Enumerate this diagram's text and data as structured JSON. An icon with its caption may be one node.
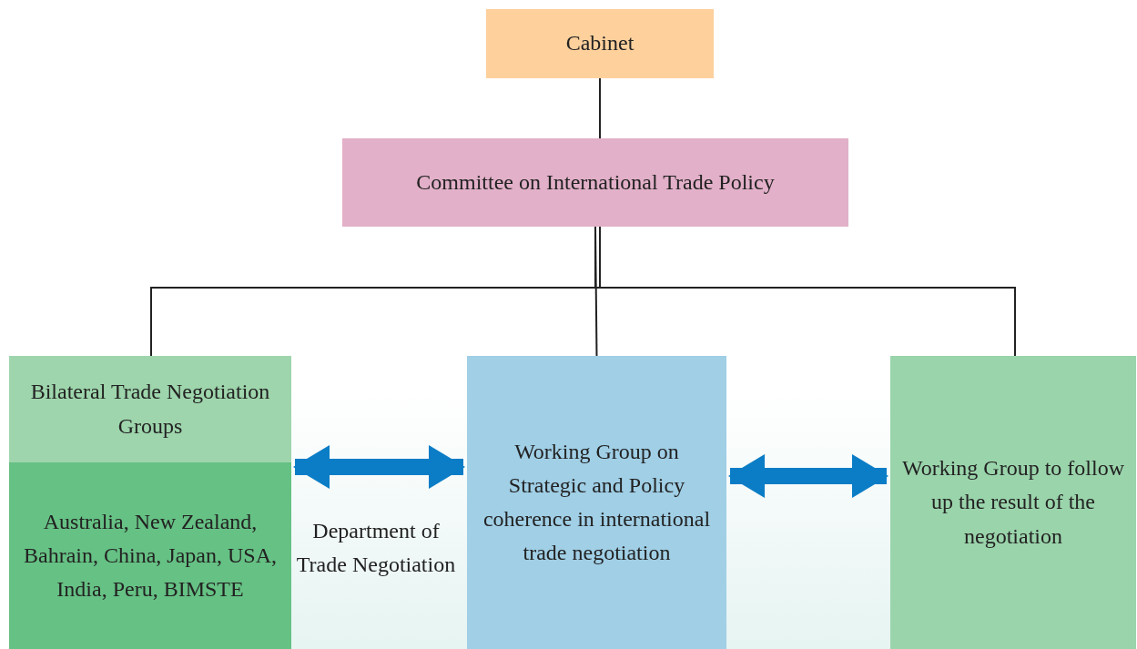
{
  "diagram": {
    "nodes": [
      {
        "text": [
          "Cabinet"
        ]
      },
      {
        "text": [
          "Committee on International Trade Policy"
        ]
      },
      {
        "text": [
          "Bilateral Trade Negotiation Groups",
          "Australia, New Zealand, Bahrain, China, Japan, USA, India, Peru, BIMSTE"
        ]
      },
      {
        "text": [
          "Working Group on Strategic and Policy coherence in international trade negotiation"
        ]
      },
      {
        "text": [
          "Working Group to follow up the result of the negotiation"
        ]
      }
    ],
    "edges": [
      {
        "from": 0,
        "to": 1,
        "arrow": "none"
      },
      {
        "from": 1,
        "to": 2,
        "arrow": "none"
      },
      {
        "from": 1,
        "to": 3,
        "arrow": "none"
      },
      {
        "from": 1,
        "to": 4,
        "arrow": "none"
      },
      {
        "from": 2,
        "to": 3,
        "arrow": "both",
        "style": "thick",
        "color": "#0b7dc6"
      },
      {
        "from": 3,
        "to": 4,
        "arrow": "both",
        "style": "thick",
        "color": "#0b7dc6"
      }
    ],
    "labels": [
      "Department of Trade Negotiation"
    ]
  }
}
